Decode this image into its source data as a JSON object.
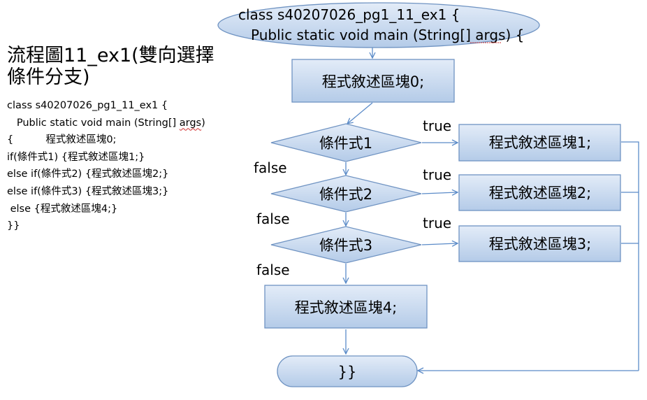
{
  "title": "流程圖11_ex1(雙向選擇條件分支)",
  "code_lines": [
    "class s40207026_pg1_11_ex1 {",
    "   Public static void main (String[] args)",
    "{          程式敘述區塊0;",
    "if(條件式1) {程式敘述區塊1;}",
    "else if(條件式2) {程式敘述區塊2;}",
    "else if(條件式3) {程式敘述區塊3;}",
    " else {程式敘述區塊4;}",
    "}}"
  ],
  "flowchart": {
    "start_line1": "class s40207026_pg1_11_ex1 {",
    "start_line2": "Public static void main (String[] args) {",
    "block0": "程式敘述區塊0;",
    "cond1": "條件式1",
    "cond2": "條件式2",
    "cond3": "條件式3",
    "block1": "程式敘述區塊1;",
    "block2": "程式敘述區塊2;",
    "block3": "程式敘述區塊3;",
    "block4": "程式敘述區塊4;",
    "end": "}}",
    "true_label": "true",
    "false_label": "false"
  },
  "colors": {
    "shape_fill_top": "#e3ecf8",
    "shape_fill_bottom": "#b4cbe8",
    "shape_stroke": "#6f93c2",
    "connector": "#5b8bc8"
  }
}
